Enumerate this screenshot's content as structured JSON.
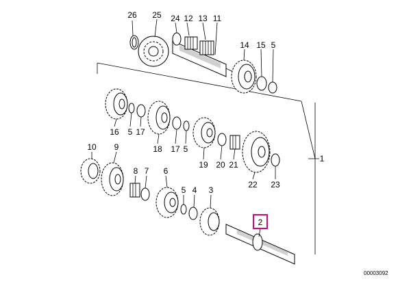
{
  "diagram": {
    "highlight_color": "#e0007a",
    "highlighted_part": "2",
    "document_number": "00003092",
    "labels": {
      "p26": "26",
      "p25": "25",
      "p24": "24",
      "p12": "12",
      "p13": "13",
      "p11": "11",
      "p14": "14",
      "p15": "15",
      "p5a": "5",
      "p16": "16",
      "p5b": "5",
      "p17a": "17",
      "p18": "18",
      "p17b": "17",
      "p5c": "5",
      "p19": "19",
      "p20": "20",
      "p21": "21",
      "p22": "22",
      "p23": "23",
      "p1": "1",
      "p10": "10",
      "p9": "9",
      "p8": "8",
      "p7": "7",
      "p6": "6",
      "p5d": "5",
      "p4": "4",
      "p3": "3",
      "p2": "2"
    }
  }
}
